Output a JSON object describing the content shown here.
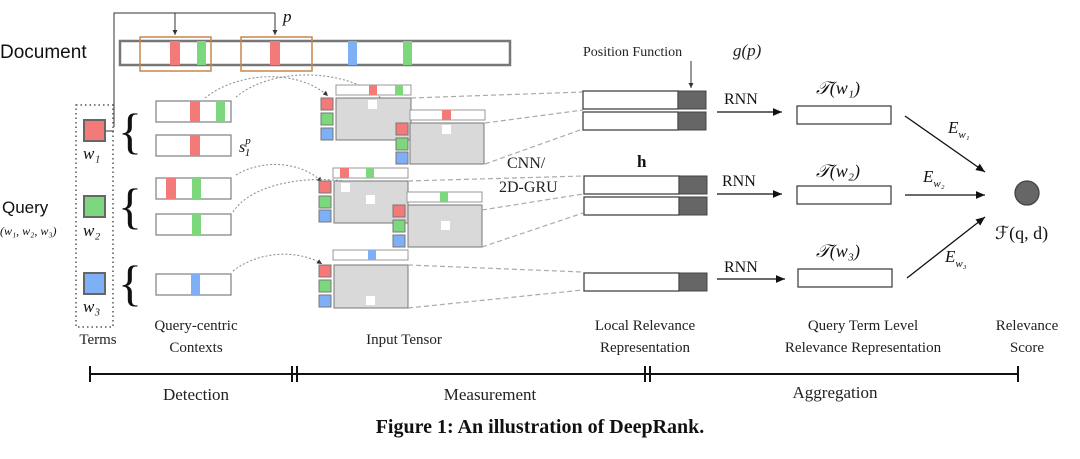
{
  "document": {
    "label": "Document",
    "p_label": "p"
  },
  "query": {
    "label": "Query",
    "sub": "(w₁, w₂, w₃)",
    "terms": [
      "w₁",
      "w₂",
      "w₃"
    ]
  },
  "colors": {
    "red": "#f47a7a",
    "green": "#7dd87d",
    "blue": "#7fb0f5",
    "orange": "#c8864a",
    "gray_fill": "#d9d9d9",
    "dark": "#666666"
  },
  "labels": {
    "s1p": "s",
    "s1p_sup": "p",
    "s1p_sub": "1",
    "cnn": "CNN/",
    "gru": "2D-GRU",
    "h": "h",
    "position_function": "Position Function",
    "gp": "g(p)",
    "rnn": [
      "RNN",
      "RNN",
      "RNN"
    ],
    "T": [
      "𝒯(w₁)",
      "𝒯(w₂)",
      "𝒯(w₃)"
    ],
    "E": [
      "E",
      "E",
      "E"
    ],
    "E_sub": [
      "w₁",
      "w₂",
      "w₃"
    ],
    "F": "ℱ(q, d)"
  },
  "bottom_labels": {
    "terms": "Terms",
    "contexts": [
      "Query-centric",
      "Contexts"
    ],
    "input_tensor": "Input Tensor",
    "local_rel": [
      "Local Relevance",
      "Representation"
    ],
    "term_level": [
      "Query Term Level",
      "Relevance Representation"
    ],
    "score": [
      "Relevance",
      "Score"
    ]
  },
  "stages": [
    "Detection",
    "Measurement",
    "Aggregation"
  ],
  "caption": "Figure 1: An illustration of DeepRank."
}
